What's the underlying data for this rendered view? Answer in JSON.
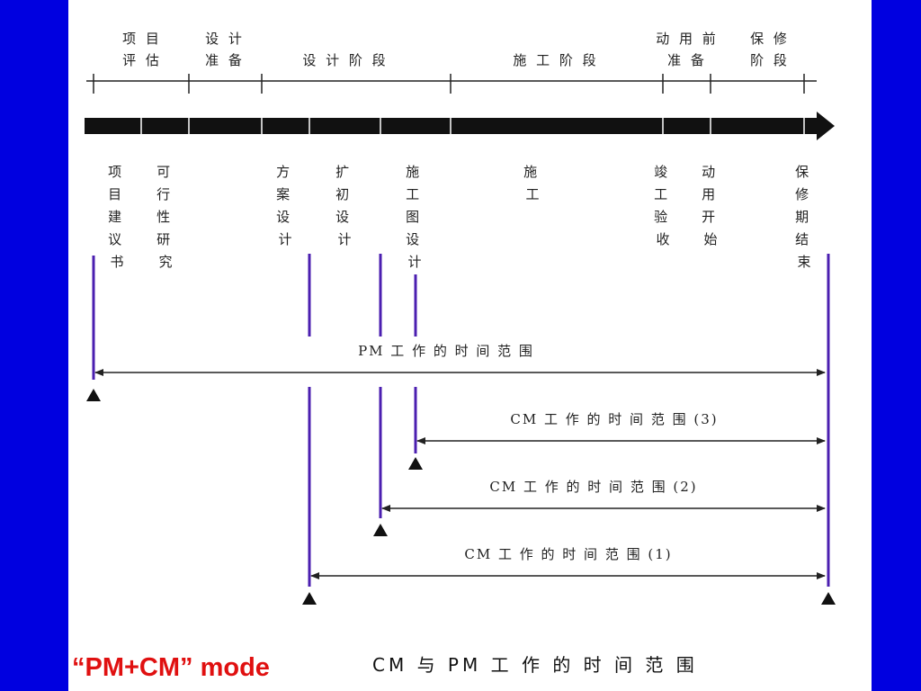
{
  "phases": [
    [
      "项 目",
      "评 估"
    ],
    [
      "设 计",
      "准 备"
    ],
    [
      "设 计 阶 段"
    ],
    [
      "施 工 阶 段"
    ],
    [
      "动 用 前",
      "准 备"
    ],
    [
      "保 修",
      "阶 段"
    ]
  ],
  "milestones": [
    [
      "项",
      "目",
      "建",
      "议",
      "书"
    ],
    [
      "可",
      "行",
      "性",
      "研",
      "究"
    ],
    [
      "方",
      "案",
      "设",
      "计"
    ],
    [
      "扩",
      "初",
      "设",
      "计"
    ],
    [
      "施",
      "工",
      "图",
      "设",
      "计"
    ],
    [
      "施",
      "工"
    ],
    [
      "竣",
      "工",
      "验",
      "收"
    ],
    [
      "动",
      "用",
      "开",
      "始"
    ],
    [
      "保",
      "修",
      "期",
      "结",
      "束"
    ]
  ],
  "ranges": {
    "pm": "PM 工 作 的 时 间 范 围",
    "cm3": "CM 工 作 的 时 间 范 围 (3)",
    "cm2": "CM 工 作 的 时 间 范 围 (2)",
    "cm1": "CM 工 作 的 时 间 范 围 (1)"
  },
  "caption": "CM 与 PM 工 作 的 时 间 范 围",
  "mode_label": "“PM+CM” mode",
  "colors": {
    "frame": "#0000e0",
    "marker_line": "#4b1fb0",
    "mode_label": "#e01010"
  }
}
